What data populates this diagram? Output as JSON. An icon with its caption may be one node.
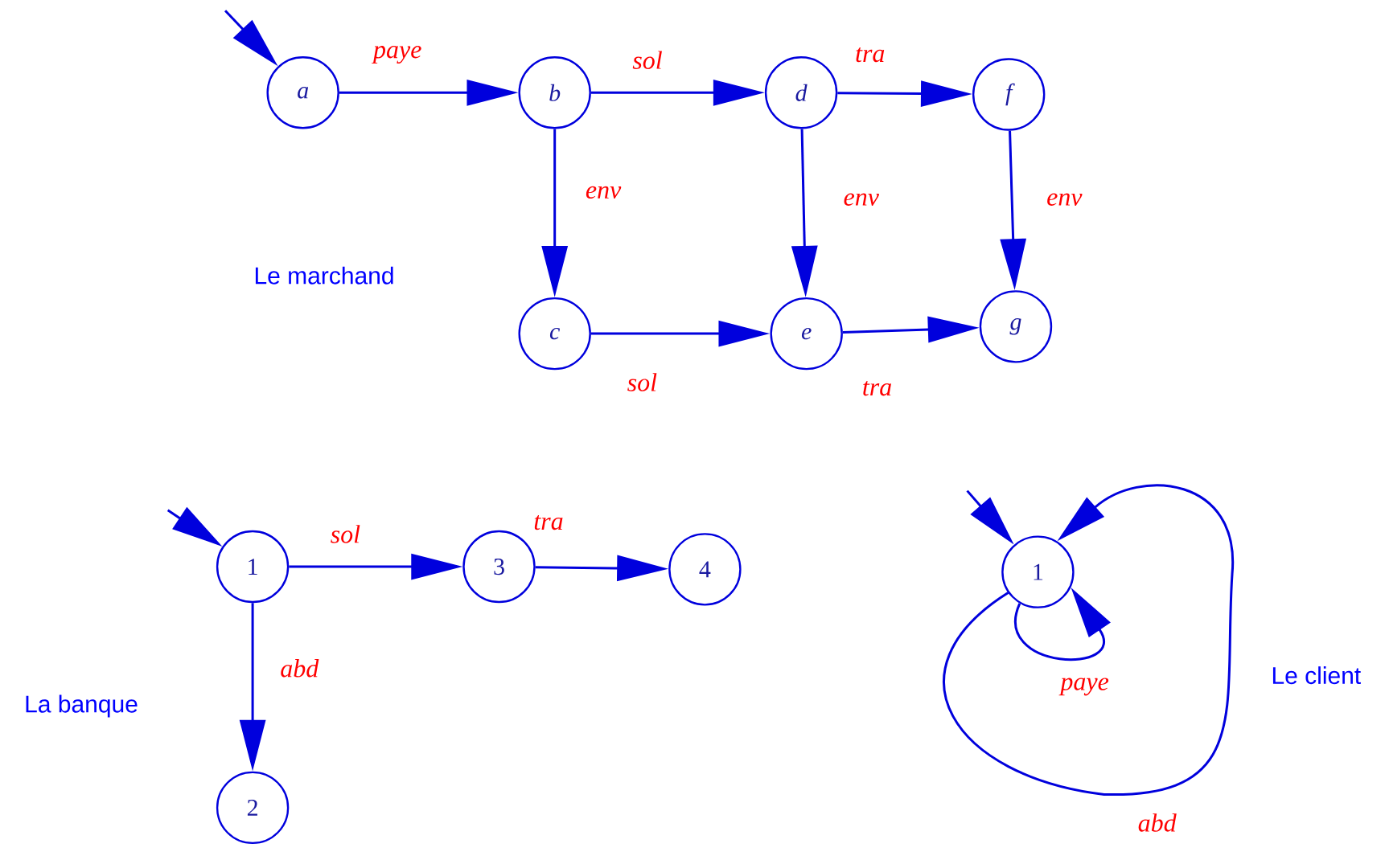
{
  "diagram": {
    "nodes": [
      {
        "text": [
          "a"
        ]
      },
      {
        "text": [
          "b"
        ]
      },
      {
        "text": [
          "d"
        ]
      },
      {
        "text": [
          "f"
        ]
      },
      {
        "text": [
          "c"
        ]
      },
      {
        "text": [
          "e"
        ]
      },
      {
        "text": [
          "g"
        ]
      },
      {
        "text": [
          "1"
        ]
      },
      {
        "text": [
          "3"
        ]
      },
      {
        "text": [
          "4"
        ]
      },
      {
        "text": [
          "2"
        ]
      },
      {
        "text": [
          "1"
        ]
      }
    ],
    "edges": [
      {
        "from": null,
        "to": 0,
        "arrow": "to"
      },
      {
        "from": 0,
        "to": 1,
        "arrow": "to",
        "label": "paye"
      },
      {
        "from": 1,
        "to": 2,
        "arrow": "to",
        "label": "sol"
      },
      {
        "from": 2,
        "to": 3,
        "arrow": "to",
        "label": "tra"
      },
      {
        "from": 1,
        "to": 4,
        "arrow": "to",
        "label": "env"
      },
      {
        "from": 2,
        "to": 5,
        "arrow": "to",
        "label": "env"
      },
      {
        "from": 3,
        "to": 6,
        "arrow": "to",
        "label": "env"
      },
      {
        "from": 4,
        "to": 5,
        "arrow": "to",
        "label": "sol"
      },
      {
        "from": 5,
        "to": 6,
        "arrow": "to",
        "label": "tra"
      },
      {
        "from": null,
        "to": 7,
        "arrow": "to"
      },
      {
        "from": 7,
        "to": 8,
        "arrow": "to",
        "label": "sol"
      },
      {
        "from": 8,
        "to": 9,
        "arrow": "to",
        "label": "tra"
      },
      {
        "from": 7,
        "to": 10,
        "arrow": "to",
        "label": "abd"
      },
      {
        "from": null,
        "to": 11,
        "arrow": "to"
      },
      {
        "from": 11,
        "to": 11,
        "arrow": "to",
        "label": "paye"
      },
      {
        "from": 11,
        "to": 11,
        "arrow": "to",
        "label": "abd"
      }
    ],
    "labels": [
      "Le marchand",
      "La banque",
      "Le client"
    ]
  }
}
